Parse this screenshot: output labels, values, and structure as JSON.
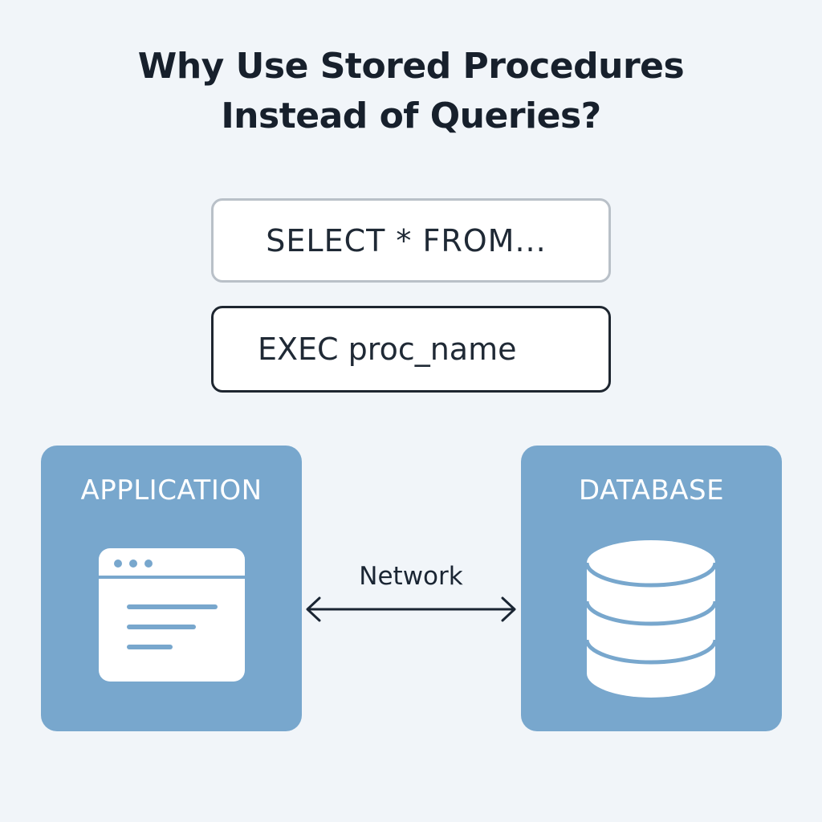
{
  "title": {
    "line1": "Why Use Stored Procedures",
    "line2": "Instead of Queries?"
  },
  "query_box": {
    "text": "SELECT * FROM..."
  },
  "procedure_box": {
    "text": "EXEC proc_name"
  },
  "application_panel": {
    "label": "APPLICATION",
    "icon": "app-window-icon"
  },
  "database_panel": {
    "label": "DATABASE",
    "icon": "database-icon"
  },
  "network": {
    "label": "Network",
    "icon": "double-arrow-icon"
  },
  "colors": {
    "background": "#f1f5f9",
    "panel": "#78a7cd",
    "panel_text": "#ffffff",
    "title": "#17202c",
    "query_border": "#b9c0c8",
    "procedure_border": "#1e2630"
  }
}
